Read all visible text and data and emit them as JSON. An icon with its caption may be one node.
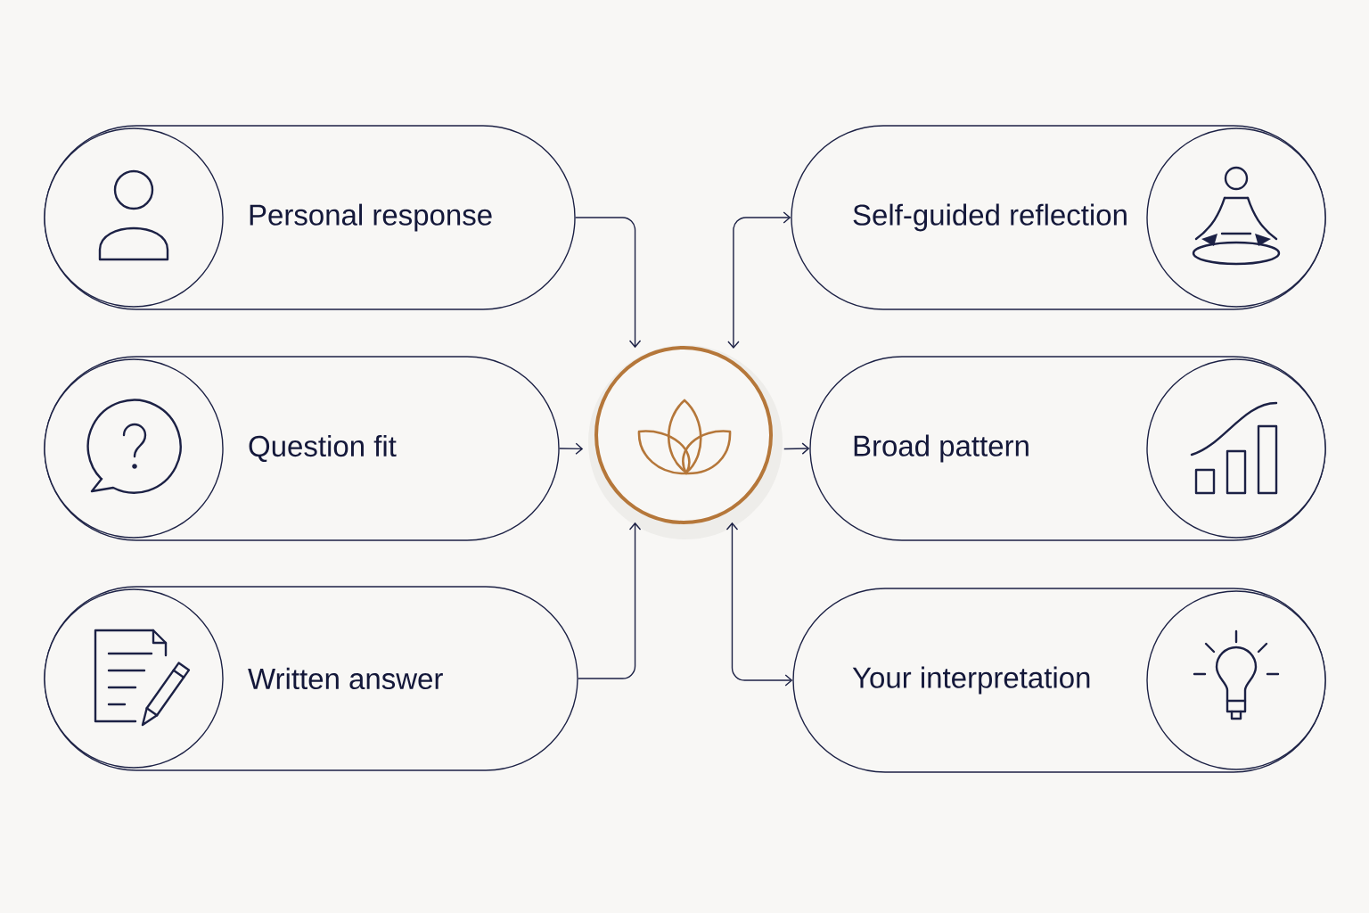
{
  "diagram": {
    "nodes": [
      {
        "text": [
          "Personal response"
        ]
      },
      {
        "text": [
          "Question fit"
        ]
      },
      {
        "text": [
          "Written answer"
        ]
      },
      {
        "text": [],
        "shape": "circle"
      },
      {
        "text": [
          "Self-guided reflection"
        ]
      },
      {
        "text": [
          "Broad pattern"
        ]
      },
      {
        "text": [
          "Your interpretation"
        ]
      }
    ],
    "edges": [
      {
        "from": 0,
        "to": 3,
        "arrow": "to"
      },
      {
        "from": 1,
        "to": 3,
        "arrow": "to"
      },
      {
        "from": 2,
        "to": 3,
        "arrow": "to"
      },
      {
        "from": 3,
        "to": 4,
        "arrow": "both"
      },
      {
        "from": 3,
        "to": 5,
        "arrow": "to"
      },
      {
        "from": 3,
        "to": 6,
        "arrow": "both"
      }
    ]
  }
}
